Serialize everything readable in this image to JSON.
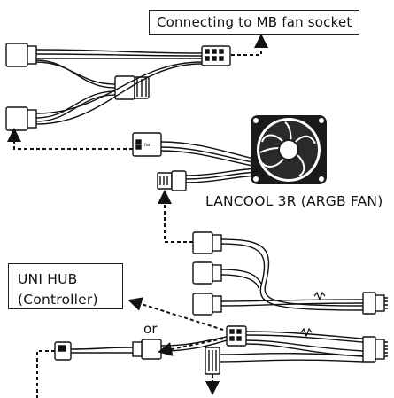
{
  "labels": {
    "mb_socket": "Connecting to MB fan socket",
    "fan_model": "LANCOOL 3R (ARGB FAN)",
    "hub_line1": "UNI HUB",
    "hub_line2": "(Controller)",
    "or": "or"
  },
  "colors": {
    "line": "#111111",
    "fan_dark": "#1a1a1a",
    "background": "#ffffff"
  },
  "icons": [
    "fan-icon",
    "connector-icon",
    "arrow-icon"
  ]
}
